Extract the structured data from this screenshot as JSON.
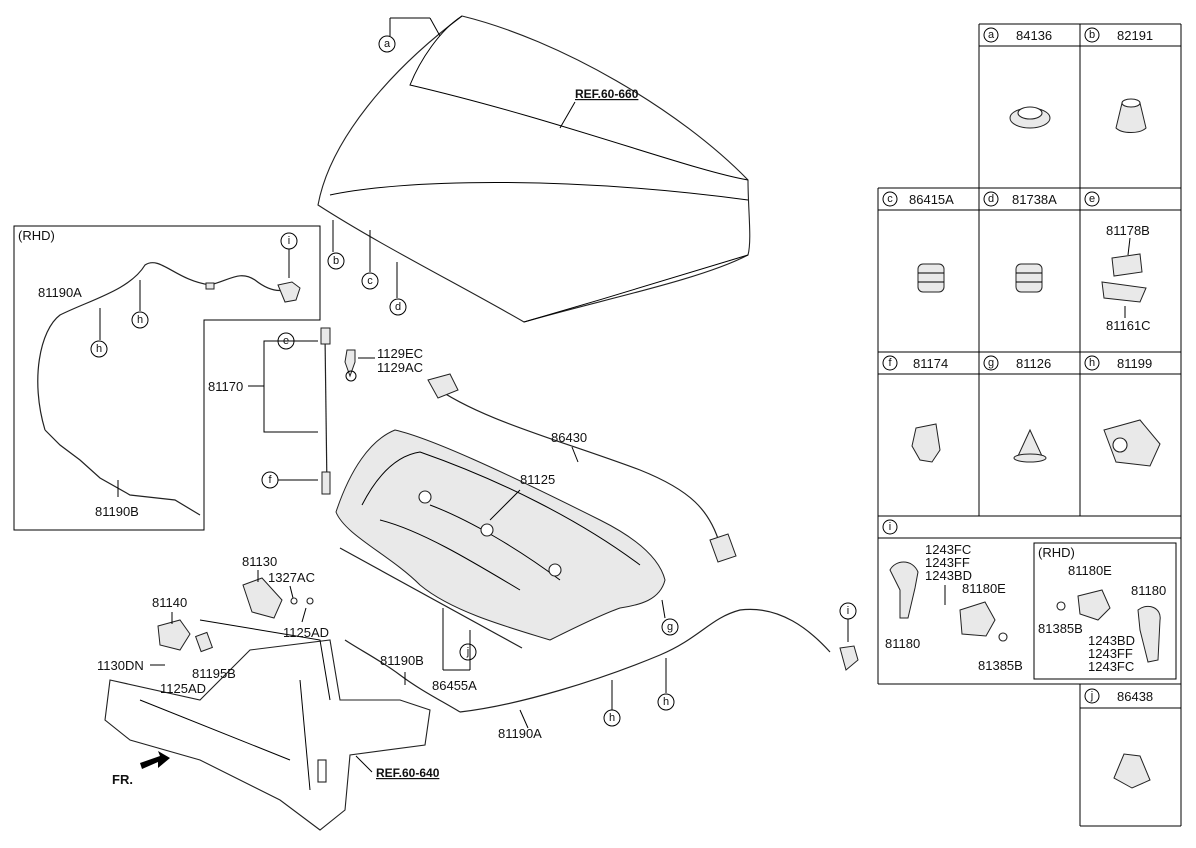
{
  "ref_hood": "REF.60-660",
  "ref_carrier": "REF.60-640",
  "front_label": "FR.",
  "rhd_label": "(RHD)",
  "rhd_inset_label": "(RHD)",
  "callouts": {
    "a": "a",
    "b": "b",
    "c": "c",
    "d": "d",
    "e": "e",
    "f": "f",
    "g": "g",
    "h": "h",
    "i": "i",
    "j": "j"
  },
  "parts": {
    "p81190A_rhd": "81190A",
    "p81190B_rhd": "81190B",
    "p81170": "81170",
    "p1129EC": "1129EC",
    "p1129AC": "1129AC",
    "p86430": "86430",
    "p81125": "81125",
    "p81130": "81130",
    "p1327AC": "1327AC",
    "p81140": "81140",
    "p1125AD_a": "1125AD",
    "p1130DN": "1130DN",
    "p81195B": "81195B",
    "p1125AD_b": "1125AD",
    "p81190B": "81190B",
    "p86455A": "86455A",
    "p81190A": "81190A"
  },
  "table": {
    "a": "84136",
    "b": "82191",
    "c": "86415A",
    "d": "81738A",
    "e": "",
    "e_top": "81178B",
    "e_bottom": "81161C",
    "f": "81174",
    "g": "81126",
    "h": "81199",
    "i": "",
    "j": "86438",
    "i_left": {
      "codes": [
        "1243FC",
        "1243FF",
        "1243BD"
      ],
      "p81180E": "81180E",
      "p81180": "81180",
      "p81385B": "81385B"
    },
    "i_right": {
      "p81180E": "81180E",
      "p81180": "81180",
      "p81385B": "81385B",
      "codes": [
        "1243BD",
        "1243FF",
        "1243FC"
      ]
    }
  }
}
